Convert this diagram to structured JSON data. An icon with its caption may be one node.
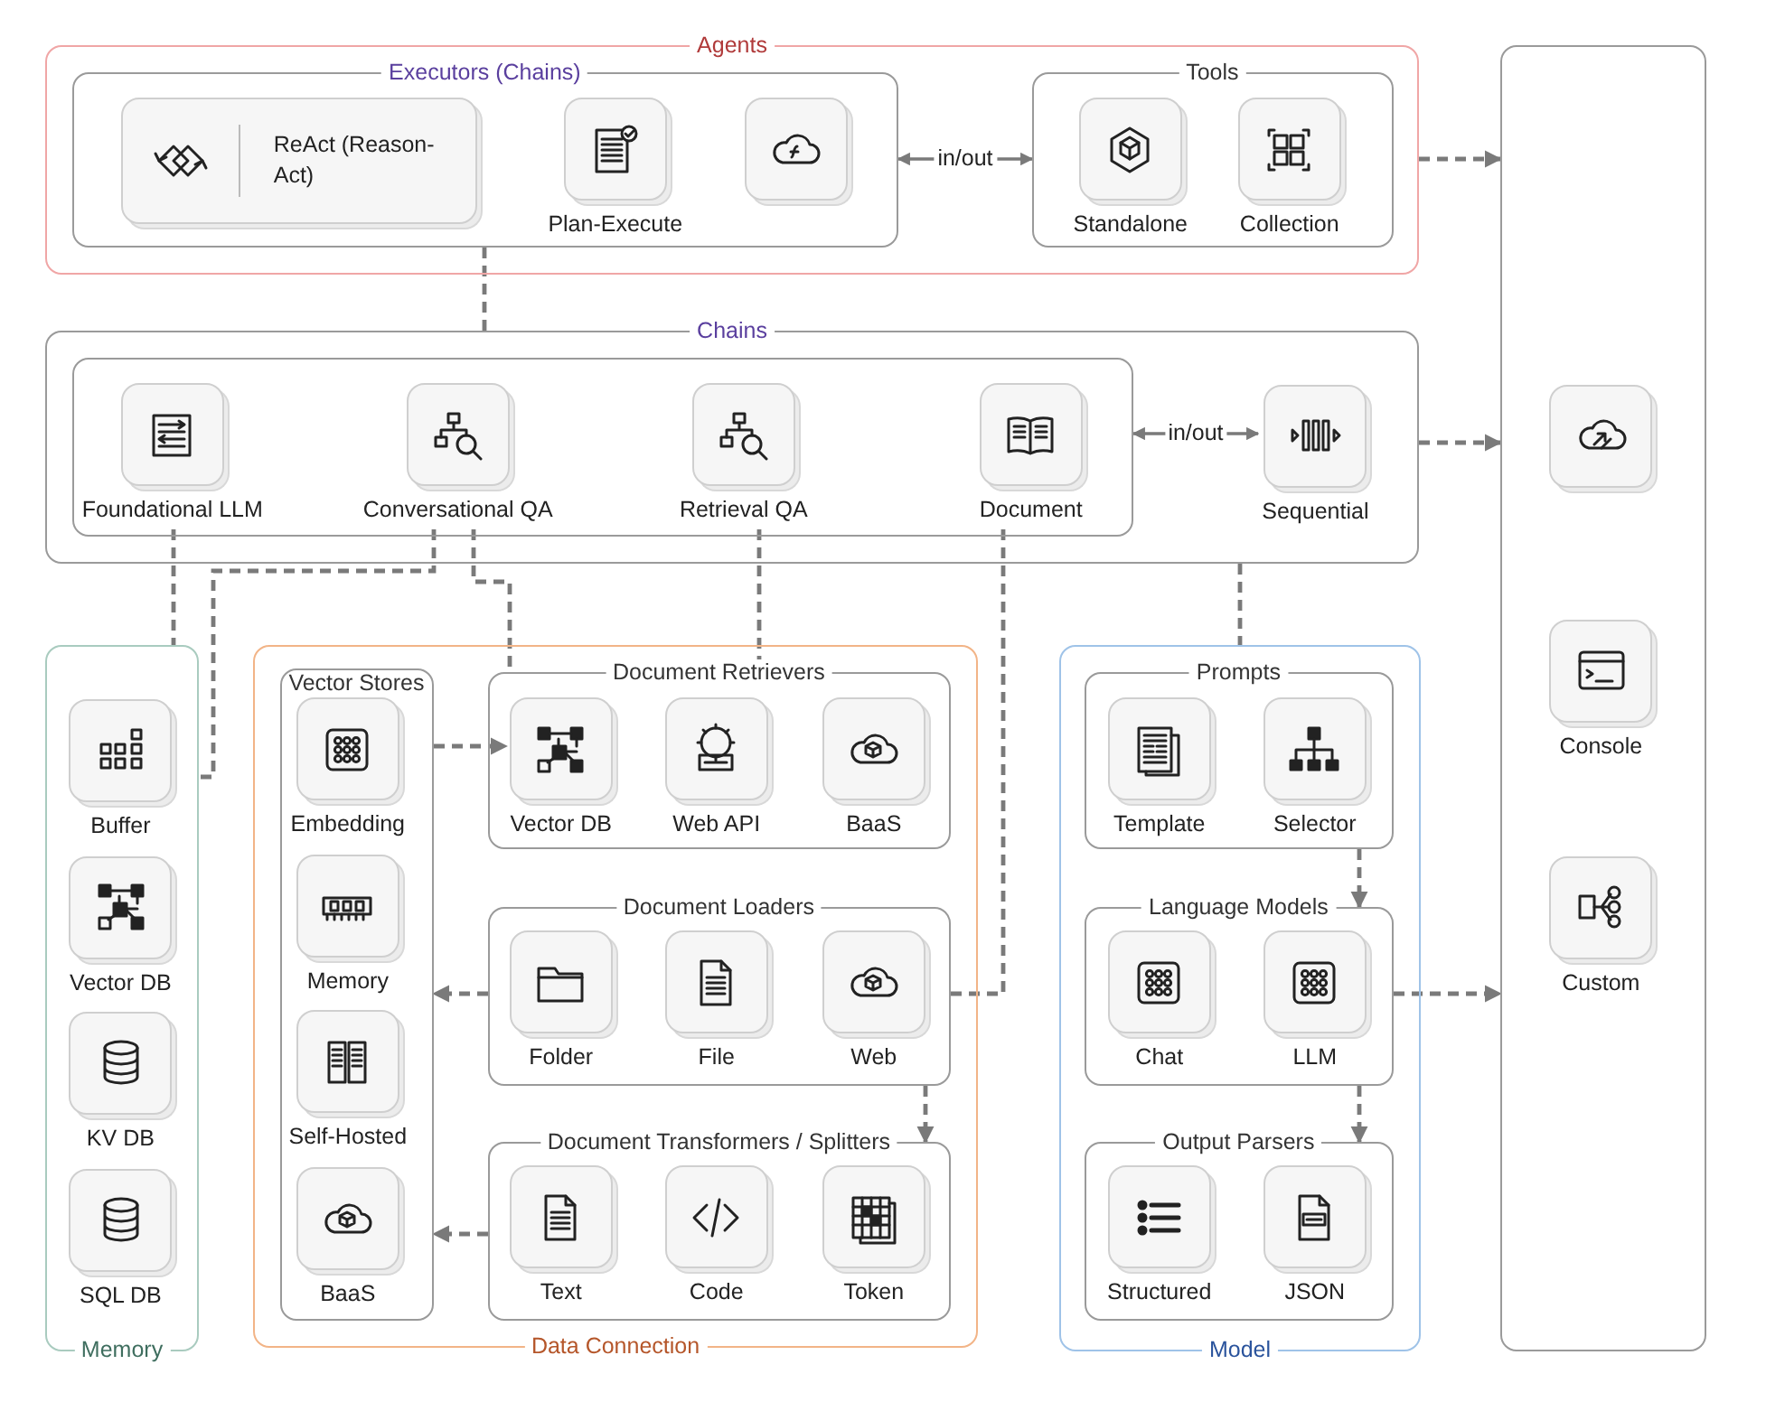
{
  "diagram": {
    "nodes": [
      {
        "text": [
          "Agents"
        ]
      },
      {
        "text": [
          "Executors (Chains)"
        ],
        "in": 0
      },
      {
        "text": [
          "ReAct (Reason-Act)"
        ],
        "in": 1
      },
      {
        "text": [
          "Plan-Execute"
        ],
        "in": 1
      },
      {
        "text": [],
        "shape": "box",
        "in": 1
      },
      {
        "text": [
          "Tools"
        ],
        "in": 0
      },
      {
        "text": [
          "Standalone"
        ],
        "in": 5
      },
      {
        "text": [
          "Collection"
        ],
        "in": 5
      },
      {
        "text": [],
        "shape": "box"
      },
      {
        "text": [],
        "shape": "box",
        "in": 8
      },
      {
        "text": [
          "Console"
        ],
        "in": 8
      },
      {
        "text": [
          "Custom"
        ],
        "in": 8
      },
      {
        "text": [
          "Chains"
        ]
      },
      {
        "text": [],
        "shape": "box",
        "in": 12
      },
      {
        "text": [
          "Foundational LLM"
        ],
        "in": 13
      },
      {
        "text": [
          "Conversational QA"
        ],
        "in": 13
      },
      {
        "text": [
          "Retrieval QA"
        ],
        "in": 13
      },
      {
        "text": [
          "Document"
        ],
        "in": 13
      },
      {
        "text": [
          "Sequential"
        ],
        "in": 12
      },
      {
        "text": [
          "Memory"
        ]
      },
      {
        "text": [
          "Buffer"
        ],
        "in": 19
      },
      {
        "text": [
          "Vector DB"
        ],
        "in": 19
      },
      {
        "text": [
          "KV DB"
        ],
        "in": 19
      },
      {
        "text": [
          "SQL DB"
        ],
        "in": 19
      },
      {
        "text": [
          "Data Connection"
        ]
      },
      {
        "text": [
          "Vector Stores"
        ],
        "in": 24
      },
      {
        "text": [
          "Embedding"
        ],
        "in": 25
      },
      {
        "text": [
          "Memory"
        ],
        "in": 25
      },
      {
        "text": [
          "Self-Hosted"
        ],
        "in": 25
      },
      {
        "text": [
          "BaaS"
        ],
        "in": 25
      },
      {
        "text": [
          "Document Retrievers"
        ],
        "in": 24
      },
      {
        "text": [
          "Vector DB"
        ],
        "in": 30
      },
      {
        "text": [
          "Web API"
        ],
        "in": 30
      },
      {
        "text": [
          "BaaS"
        ],
        "in": 30
      },
      {
        "text": [
          "Document Loaders"
        ],
        "in": 24
      },
      {
        "text": [
          "Folder"
        ],
        "in": 34
      },
      {
        "text": [
          "File"
        ],
        "in": 34
      },
      {
        "text": [
          "Web"
        ],
        "in": 34
      },
      {
        "text": [
          "Document Transformers / Splitters"
        ],
        "in": 24
      },
      {
        "text": [
          "Text"
        ],
        "in": 38
      },
      {
        "text": [
          "Code"
        ],
        "in": 38
      },
      {
        "text": [
          "Token"
        ],
        "in": 38
      },
      {
        "text": [
          "Model"
        ]
      },
      {
        "text": [
          "Prompts"
        ],
        "in": 42
      },
      {
        "text": [
          "Template"
        ],
        "in": 43
      },
      {
        "text": [
          "Selector"
        ],
        "in": 43
      },
      {
        "text": [
          "Language Models"
        ],
        "in": 42
      },
      {
        "text": [
          "Chat"
        ],
        "in": 46
      },
      {
        "text": [
          "LLM"
        ],
        "in": 46
      },
      {
        "text": [
          "Output Parsers"
        ],
        "in": 42
      },
      {
        "text": [
          "Structured"
        ],
        "in": 49
      },
      {
        "text": [
          "JSON"
        ],
        "in": 49
      }
    ],
    "edges": [
      {
        "from": 1,
        "to": 12,
        "arrow": "none",
        "style": "dashed"
      },
      {
        "from": 1,
        "to": 5,
        "arrow": "both",
        "label": "in/out"
      },
      {
        "from": 0,
        "to": 8,
        "arrow": "to",
        "style": "dashed"
      },
      {
        "from": 13,
        "to": 18,
        "arrow": "both",
        "label": "in/out"
      },
      {
        "from": 12,
        "to": 8,
        "arrow": "to",
        "style": "dashed"
      },
      {
        "from": 14,
        "to": 19,
        "arrow": "none",
        "style": "dashed"
      },
      {
        "from": 15,
        "to": 19,
        "arrow": "none",
        "style": "dashed"
      },
      {
        "from": 15,
        "to": 30,
        "arrow": "none",
        "style": "dashed"
      },
      {
        "from": 16,
        "to": 30,
        "arrow": "none",
        "style": "dashed"
      },
      {
        "from": 17,
        "to": 34,
        "arrow": "none",
        "style": "dashed"
      },
      {
        "from": 12,
        "to": 42,
        "arrow": "none",
        "style": "dashed"
      },
      {
        "from": 25,
        "to": 31,
        "arrow": "to",
        "style": "dashed"
      },
      {
        "from": 34,
        "to": 25,
        "arrow": "to",
        "style": "dashed"
      },
      {
        "from": 34,
        "to": 38,
        "arrow": "to",
        "style": "dashed"
      },
      {
        "from": 43,
        "to": 46,
        "arrow": "to",
        "style": "dashed"
      },
      {
        "from": 46,
        "to": 49,
        "arrow": "to",
        "style": "dashed"
      },
      {
        "from": 38,
        "to": 25,
        "arrow": "to",
        "style": "dashed"
      },
      {
        "from": 46,
        "to": 8,
        "arrow": "to",
        "style": "dashed"
      }
    ]
  }
}
